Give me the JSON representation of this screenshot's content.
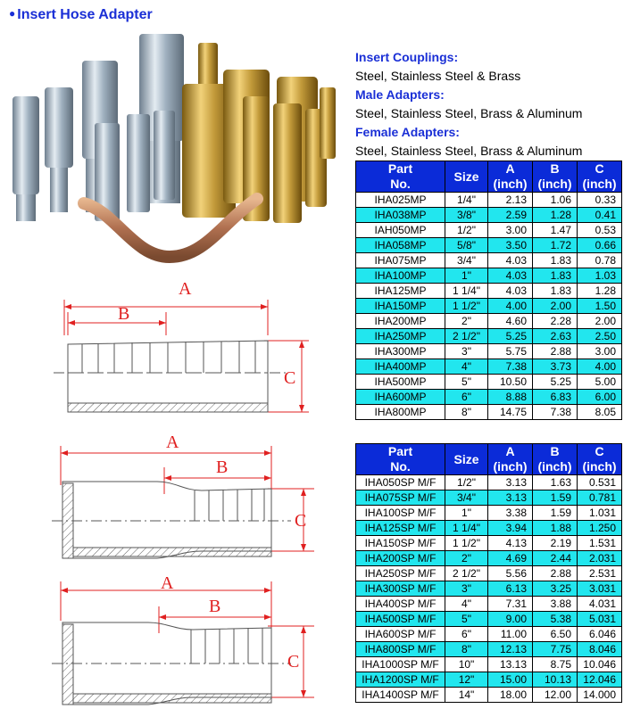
{
  "page": {
    "title": "Insert Hose Adapter"
  },
  "info": [
    {
      "heading": "Insert Couplings:",
      "text": "Steel, Stainless Steel & Brass"
    },
    {
      "heading": "Male Adapters:",
      "text": "Steel, Stainless Steel, Brass & Aluminum"
    },
    {
      "heading": "Female Adapters:",
      "text": "Steel, Stainless Steel, Brass & Aluminum"
    }
  ],
  "table_headers": {
    "part_line1": "Part",
    "part_line2": "No.",
    "size": "Size",
    "a": "A",
    "b": "B",
    "c": "C",
    "unit": "(inch)"
  },
  "table1": [
    [
      "IHA025MP",
      "1/4\"",
      "2.13",
      "1.06",
      "0.33"
    ],
    [
      "IHA038MP",
      "3/8\"",
      "2.59",
      "1.28",
      "0.41"
    ],
    [
      "IAH050MP",
      "1/2\"",
      "3.00",
      "1.47",
      "0.53"
    ],
    [
      "IHA058MP",
      "5/8\"",
      "3.50",
      "1.72",
      "0.66"
    ],
    [
      "IHA075MP",
      "3/4\"",
      "4.03",
      "1.83",
      "0.78"
    ],
    [
      "IHA100MP",
      "1\"",
      "4.03",
      "1.83",
      "1.03"
    ],
    [
      "IHA125MP",
      "1 1/4\"",
      "4.03",
      "1.83",
      "1.28"
    ],
    [
      "IHA150MP",
      "1 1/2\"",
      "4.00",
      "2.00",
      "1.50"
    ],
    [
      "IHA200MP",
      "2\"",
      "4.60",
      "2.28",
      "2.00"
    ],
    [
      "IHA250MP",
      "2 1/2\"",
      "5.25",
      "2.63",
      "2.50"
    ],
    [
      "IHA300MP",
      "3\"",
      "5.75",
      "2.88",
      "3.00"
    ],
    [
      "IHA400MP",
      "4\"",
      "7.38",
      "3.73",
      "4.00"
    ],
    [
      "IHA500MP",
      "5\"",
      "10.50",
      "5.25",
      "5.00"
    ],
    [
      "IHA600MP",
      "6\"",
      "8.88",
      "6.83",
      "6.00"
    ],
    [
      "IHA800MP",
      "8\"",
      "14.75",
      "7.38",
      "8.05"
    ]
  ],
  "table2": [
    [
      "IHA050SP M/F",
      "1/2\"",
      "3.13",
      "1.63",
      "0.531"
    ],
    [
      "IHA075SP M/F",
      "3/4\"",
      "3.13",
      "1.59",
      "0.781"
    ],
    [
      "IHA100SP M/F",
      "1\"",
      "3.38",
      "1.59",
      "1.031"
    ],
    [
      "IHA125SP M/F",
      "1 1/4\"",
      "3.94",
      "1.88",
      "1.250"
    ],
    [
      "IHA150SP M/F",
      "1 1/2\"",
      "4.13",
      "2.19",
      "1.531"
    ],
    [
      "IHA200SP M/F",
      "2\"",
      "4.69",
      "2.44",
      "2.031"
    ],
    [
      "IHA250SP M/F",
      "2 1/2\"",
      "5.56",
      "2.88",
      "2.531"
    ],
    [
      "IHA300SP M/F",
      "3\"",
      "6.13",
      "3.25",
      "3.031"
    ],
    [
      "IHA400SP M/F",
      "4\"",
      "7.31",
      "3.88",
      "4.031"
    ],
    [
      "IHA500SP M/F",
      "5\"",
      "9.00",
      "5.38",
      "5.031"
    ],
    [
      "IHA600SP M/F",
      "6\"",
      "11.00",
      "6.50",
      "6.046"
    ],
    [
      "IHA800SP M/F",
      "8\"",
      "12.13",
      "7.75",
      "8.046"
    ],
    [
      "IHA1000SP M/F",
      "10\"",
      "13.13",
      "8.75",
      "10.046"
    ],
    [
      "IHA1200SP M/F",
      "12\"",
      "15.00",
      "10.13",
      "12.046"
    ],
    [
      "IHA1400SP M/F",
      "14\"",
      "18.00",
      "12.00",
      "14.000"
    ]
  ],
  "diagram_labels": {
    "a": "A",
    "b": "B",
    "c": "C"
  },
  "colors": {
    "title_blue": "#1a2fd6",
    "header_blue": "#0b2bd8",
    "row_cyan": "#22e6ee",
    "dimension_red": "#e02020"
  }
}
